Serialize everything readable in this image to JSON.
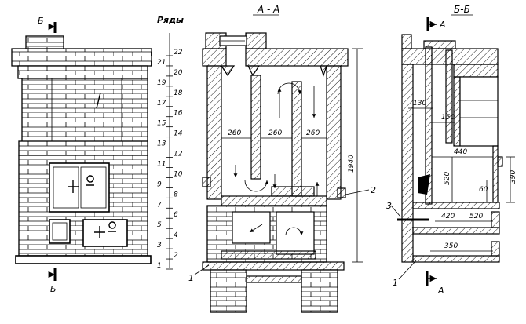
{
  "front_view": {
    "rows_title": "Ряды",
    "section_mark": "Б",
    "row_numbers": [
      "22",
      "21",
      "20",
      "19",
      "18",
      "17",
      "16",
      "15",
      "14",
      "13",
      "12",
      "11",
      "10",
      "9",
      "8",
      "7",
      "6",
      "5",
      "4",
      "3",
      "2",
      "1"
    ]
  },
  "section_aa": {
    "title": "А - А",
    "dims": [
      "260",
      "260",
      "260"
    ],
    "height": "1940",
    "callout_1": "1",
    "callout_2": "2"
  },
  "section_bb": {
    "title": "Б-Б",
    "section_mark": "А",
    "dims": [
      "130",
      "150",
      "440",
      "520",
      "60",
      "390",
      "420",
      "520",
      "350"
    ],
    "callout_1": "1",
    "callout_3": "3"
  }
}
